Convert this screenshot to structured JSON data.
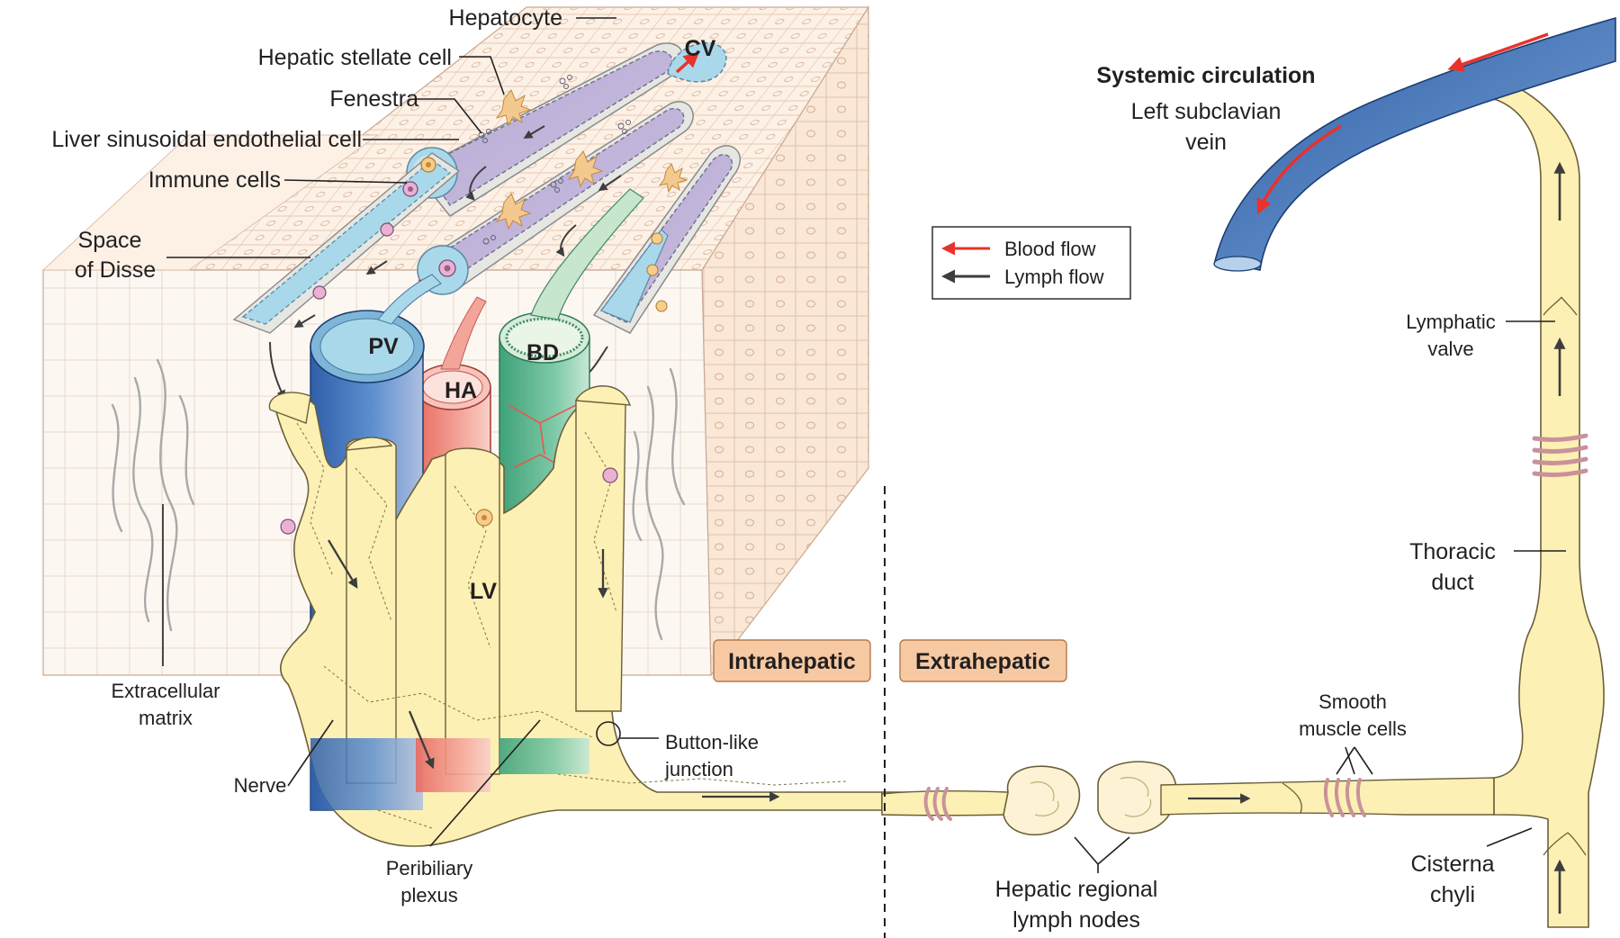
{
  "labels": {
    "hepatocyte": "Hepatocyte",
    "stellate": "Hepatic stellate cell",
    "fenestra": "Fenestra",
    "lsec": "Liver sinusoidal endothelial cell",
    "immune": "Immune cells",
    "disse_1": "Space",
    "disse_2": "of Disse",
    "cv": "CV",
    "pv": "PV",
    "ha": "HA",
    "bd": "BD",
    "lv": "LV",
    "ecm_1": "Extracellular",
    "ecm_2": "matrix",
    "nerve": "Nerve",
    "peribiliary_1": "Peribiliary",
    "peribiliary_2": "plexus",
    "button_1": "Button-like",
    "button_2": "junction",
    "intrahepatic": "Intrahepatic",
    "extrahepatic": "Extrahepatic",
    "nodes_1": "Hepatic regional",
    "nodes_2": "lymph nodes",
    "smooth_1": "Smooth",
    "smooth_2": "muscle cells",
    "cisterna_1": "Cisterna",
    "cisterna_2": "chyli",
    "thoracic_1": "Thoracic",
    "thoracic_2": "duct",
    "valve_1": "Lymphatic",
    "valve_2": "valve",
    "systemic": "Systemic circulation",
    "subclavian_1": "Left subclavian",
    "subclavian_2": "vein"
  },
  "legend": {
    "blood": "Blood flow",
    "lymph": "Lymph flow"
  },
  "colors": {
    "blood_arrow": "#e8322b",
    "lymph_arrow": "#3d3d3d",
    "lymph_vessel": "#fdf0b4",
    "portal_vein": "#3b6db3",
    "hepatic_artery": "#ef8176",
    "bile_duct": "#5db58f",
    "sinusoid": "#a9d8ea",
    "stellate": "#b3a7cc",
    "tissue": "#fbe7d6",
    "box": "#f6c9a2"
  }
}
